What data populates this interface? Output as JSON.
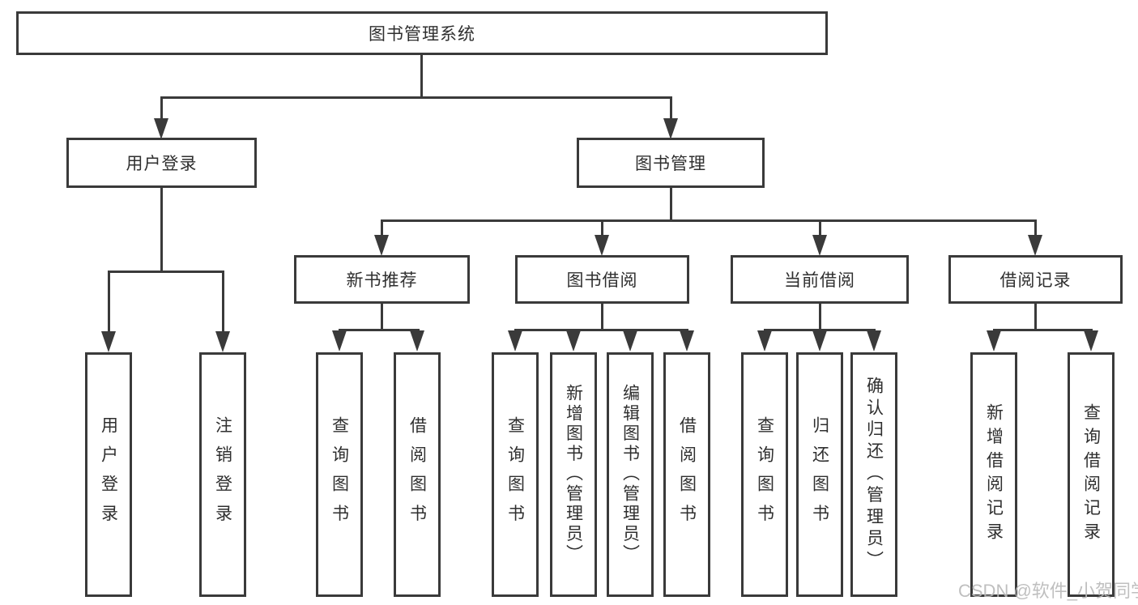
{
  "tree": {
    "root": "图书管理系统",
    "children": [
      {
        "label": "用户登录",
        "children": [
          {
            "label": "用户登录"
          },
          {
            "label": "注销登录"
          }
        ]
      },
      {
        "label": "图书管理",
        "children": [
          {
            "label": "新书推荐",
            "children": [
              {
                "label": "查询图书"
              },
              {
                "label": "借阅图书"
              }
            ]
          },
          {
            "label": "图书借阅",
            "children": [
              {
                "label": "查询图书"
              },
              {
                "label": "新增图书（管理员）"
              },
              {
                "label": "编辑图书（管理员）"
              },
              {
                "label": "借阅图书"
              }
            ]
          },
          {
            "label": "当前借阅",
            "children": [
              {
                "label": "查询图书"
              },
              {
                "label": "归还图书"
              },
              {
                "label": "确认归还（管理员）"
              }
            ]
          },
          {
            "label": "借阅记录",
            "children": [
              {
                "label": "新增借阅记录"
              },
              {
                "label": "查询借阅记录"
              }
            ]
          }
        ]
      }
    ]
  },
  "watermark": "CSDN @软件_小贺同学",
  "colors": {
    "line": "#3a3a3a",
    "text": "#2f2f2f",
    "watermark": "#b9b9b9",
    "background": "#ffffff"
  }
}
